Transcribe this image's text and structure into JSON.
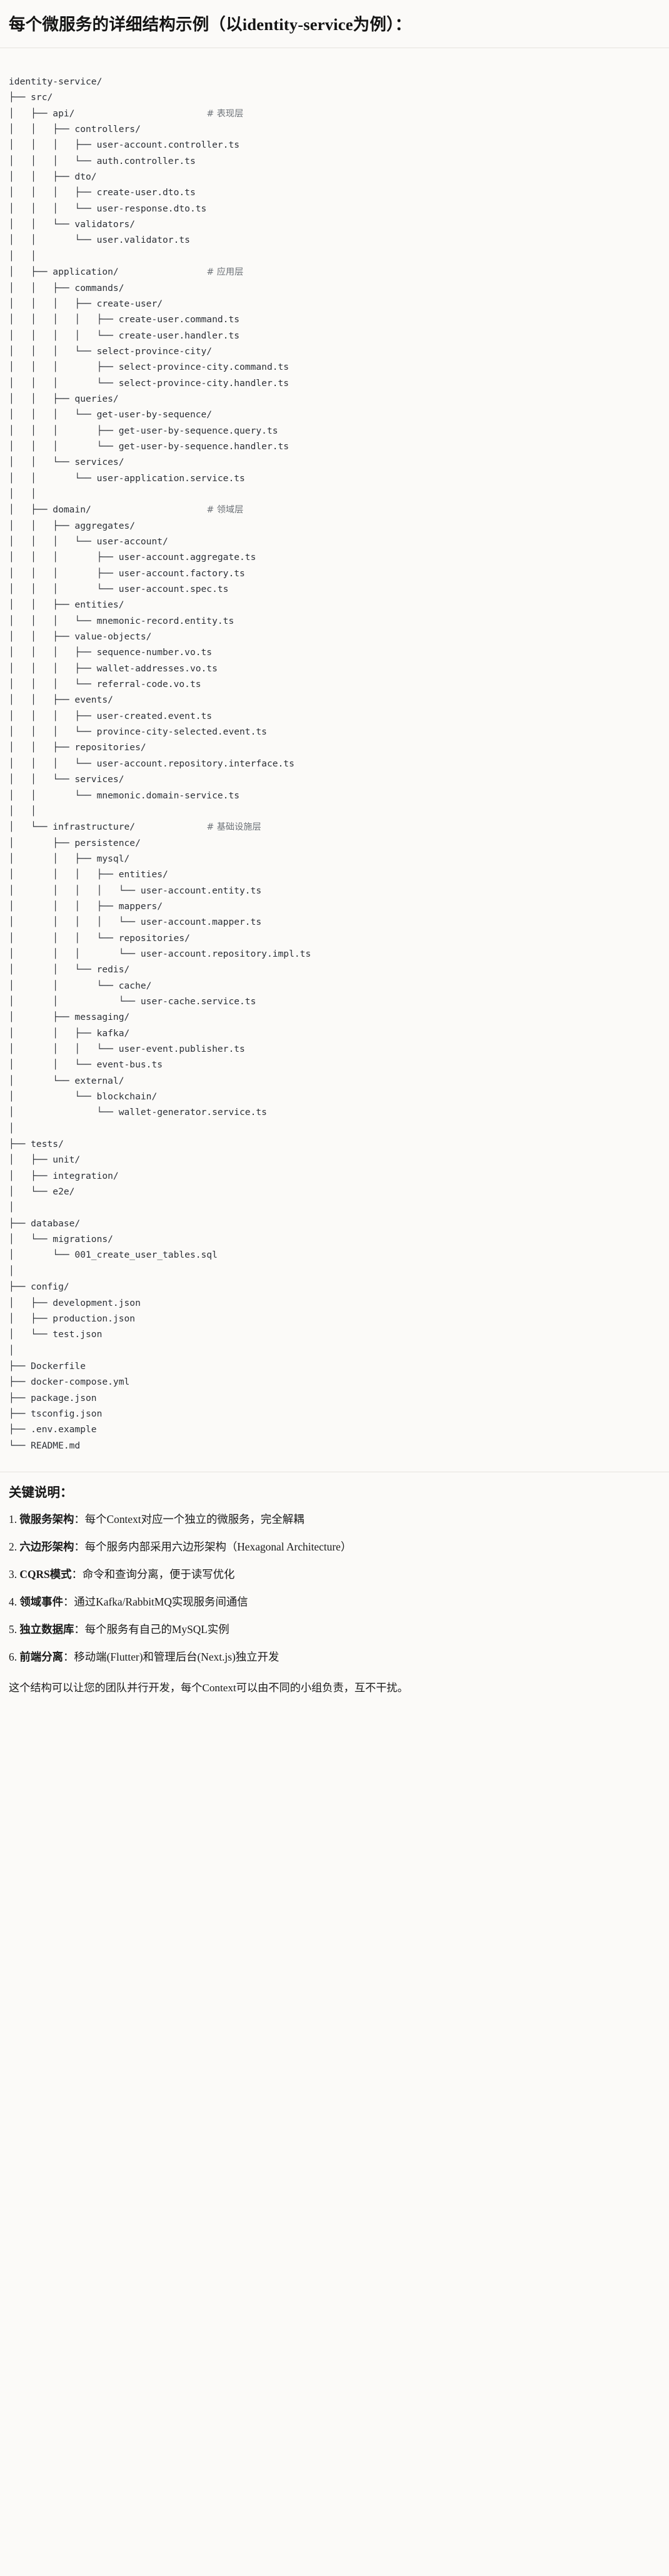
{
  "title": "每个微服务的详细结构示例（以identity-service为例）：",
  "tree": {
    "lines": [
      {
        "path": "identity-service/",
        "comment": ""
      },
      {
        "path": "├── src/",
        "comment": ""
      },
      {
        "path": "│   ├── api/",
        "comment": "# 表现层"
      },
      {
        "path": "│   │   ├── controllers/",
        "comment": ""
      },
      {
        "path": "│   │   │   ├── user-account.controller.ts",
        "comment": ""
      },
      {
        "path": "│   │   │   └── auth.controller.ts",
        "comment": ""
      },
      {
        "path": "│   │   ├── dto/",
        "comment": ""
      },
      {
        "path": "│   │   │   ├── create-user.dto.ts",
        "comment": ""
      },
      {
        "path": "│   │   │   └── user-response.dto.ts",
        "comment": ""
      },
      {
        "path": "│   │   └── validators/",
        "comment": ""
      },
      {
        "path": "│   │       └── user.validator.ts",
        "comment": ""
      },
      {
        "path": "│   │",
        "comment": ""
      },
      {
        "path": "│   ├── application/",
        "comment": "# 应用层"
      },
      {
        "path": "│   │   ├── commands/",
        "comment": ""
      },
      {
        "path": "│   │   │   ├── create-user/",
        "comment": ""
      },
      {
        "path": "│   │   │   │   ├── create-user.command.ts",
        "comment": ""
      },
      {
        "path": "│   │   │   │   └── create-user.handler.ts",
        "comment": ""
      },
      {
        "path": "│   │   │   └── select-province-city/",
        "comment": ""
      },
      {
        "path": "│   │   │       ├── select-province-city.command.ts",
        "comment": ""
      },
      {
        "path": "│   │   │       └── select-province-city.handler.ts",
        "comment": ""
      },
      {
        "path": "│   │   ├── queries/",
        "comment": ""
      },
      {
        "path": "│   │   │   └── get-user-by-sequence/",
        "comment": ""
      },
      {
        "path": "│   │   │       ├── get-user-by-sequence.query.ts",
        "comment": ""
      },
      {
        "path": "│   │   │       └── get-user-by-sequence.handler.ts",
        "comment": ""
      },
      {
        "path": "│   │   └── services/",
        "comment": ""
      },
      {
        "path": "│   │       └── user-application.service.ts",
        "comment": ""
      },
      {
        "path": "│   │",
        "comment": ""
      },
      {
        "path": "│   ├── domain/",
        "comment": "# 领域层"
      },
      {
        "path": "│   │   ├── aggregates/",
        "comment": ""
      },
      {
        "path": "│   │   │   └── user-account/",
        "comment": ""
      },
      {
        "path": "│   │   │       ├── user-account.aggregate.ts",
        "comment": ""
      },
      {
        "path": "│   │   │       ├── user-account.factory.ts",
        "comment": ""
      },
      {
        "path": "│   │   │       └── user-account.spec.ts",
        "comment": ""
      },
      {
        "path": "│   │   ├── entities/",
        "comment": ""
      },
      {
        "path": "│   │   │   └── mnemonic-record.entity.ts",
        "comment": ""
      },
      {
        "path": "│   │   ├── value-objects/",
        "comment": ""
      },
      {
        "path": "│   │   │   ├── sequence-number.vo.ts",
        "comment": ""
      },
      {
        "path": "│   │   │   ├── wallet-addresses.vo.ts",
        "comment": ""
      },
      {
        "path": "│   │   │   └── referral-code.vo.ts",
        "comment": ""
      },
      {
        "path": "│   │   ├── events/",
        "comment": ""
      },
      {
        "path": "│   │   │   ├── user-created.event.ts",
        "comment": ""
      },
      {
        "path": "│   │   │   └── province-city-selected.event.ts",
        "comment": ""
      },
      {
        "path": "│   │   ├── repositories/",
        "comment": ""
      },
      {
        "path": "│   │   │   └── user-account.repository.interface.ts",
        "comment": ""
      },
      {
        "path": "│   │   └── services/",
        "comment": ""
      },
      {
        "path": "│   │       └── mnemonic.domain-service.ts",
        "comment": ""
      },
      {
        "path": "│   │",
        "comment": ""
      },
      {
        "path": "│   └── infrastructure/",
        "comment": "# 基础设施层"
      },
      {
        "path": "│       ├── persistence/",
        "comment": ""
      },
      {
        "path": "│       │   ├── mysql/",
        "comment": ""
      },
      {
        "path": "│       │   │   ├── entities/",
        "comment": ""
      },
      {
        "path": "│       │   │   │   └── user-account.entity.ts",
        "comment": ""
      },
      {
        "path": "│       │   │   ├── mappers/",
        "comment": ""
      },
      {
        "path": "│       │   │   │   └── user-account.mapper.ts",
        "comment": ""
      },
      {
        "path": "│       │   │   └── repositories/",
        "comment": ""
      },
      {
        "path": "│       │   │       └── user-account.repository.impl.ts",
        "comment": ""
      },
      {
        "path": "│       │   └── redis/",
        "comment": ""
      },
      {
        "path": "│       │       └── cache/",
        "comment": ""
      },
      {
        "path": "│       │           └── user-cache.service.ts",
        "comment": ""
      },
      {
        "path": "│       ├── messaging/",
        "comment": ""
      },
      {
        "path": "│       │   ├── kafka/",
        "comment": ""
      },
      {
        "path": "│       │   │   └── user-event.publisher.ts",
        "comment": ""
      },
      {
        "path": "│       │   └── event-bus.ts",
        "comment": ""
      },
      {
        "path": "│       └── external/",
        "comment": ""
      },
      {
        "path": "│           └── blockchain/",
        "comment": ""
      },
      {
        "path": "│               └── wallet-generator.service.ts",
        "comment": ""
      },
      {
        "path": "│",
        "comment": ""
      },
      {
        "path": "├── tests/",
        "comment": ""
      },
      {
        "path": "│   ├── unit/",
        "comment": ""
      },
      {
        "path": "│   ├── integration/",
        "comment": ""
      },
      {
        "path": "│   └── e2e/",
        "comment": ""
      },
      {
        "path": "│",
        "comment": ""
      },
      {
        "path": "├── database/",
        "comment": ""
      },
      {
        "path": "│   └── migrations/",
        "comment": ""
      },
      {
        "path": "│       └── 001_create_user_tables.sql",
        "comment": ""
      },
      {
        "path": "│",
        "comment": ""
      },
      {
        "path": "├── config/",
        "comment": ""
      },
      {
        "path": "│   ├── development.json",
        "comment": ""
      },
      {
        "path": "│   ├── production.json",
        "comment": ""
      },
      {
        "path": "│   └── test.json",
        "comment": ""
      },
      {
        "path": "│",
        "comment": ""
      },
      {
        "path": "├── Dockerfile",
        "comment": ""
      },
      {
        "path": "├── docker-compose.yml",
        "comment": ""
      },
      {
        "path": "├── package.json",
        "comment": ""
      },
      {
        "path": "├── tsconfig.json",
        "comment": ""
      },
      {
        "path": "├── .env.example",
        "comment": ""
      },
      {
        "path": "└── README.md",
        "comment": ""
      }
    ]
  },
  "notes": {
    "heading": "关键说明：",
    "items": [
      {
        "num": "1.",
        "term": "微服务架构",
        "sep": "：",
        "desc": "每个Context对应一个独立的微服务，完全解耦"
      },
      {
        "num": "2.",
        "term": "六边形架构",
        "sep": "：",
        "desc": "每个服务内部采用六边形架构（Hexagonal Architecture）"
      },
      {
        "num": "3.",
        "term": "CQRS模式",
        "sep": "：",
        "desc": "命令和查询分离，便于读写优化"
      },
      {
        "num": "4.",
        "term": "领域事件",
        "sep": "：",
        "desc": "通过Kafka/RabbitMQ实现服务间通信"
      },
      {
        "num": "5.",
        "term": "独立数据库",
        "sep": "：",
        "desc": "每个服务有自己的MySQL实例"
      },
      {
        "num": "6.",
        "term": "前端分离",
        "sep": "：",
        "desc": "移动端(Flutter)和管理后台(Next.js)独立开发"
      }
    ],
    "closing": "这个结构可以让您的团队并行开发，每个Context可以由不同的小组负责，互不干扰。"
  },
  "colors": {
    "background": "#fbfaf8",
    "text": "#1f2023",
    "comment": "#6d7278",
    "divider": "#e6e3de"
  }
}
